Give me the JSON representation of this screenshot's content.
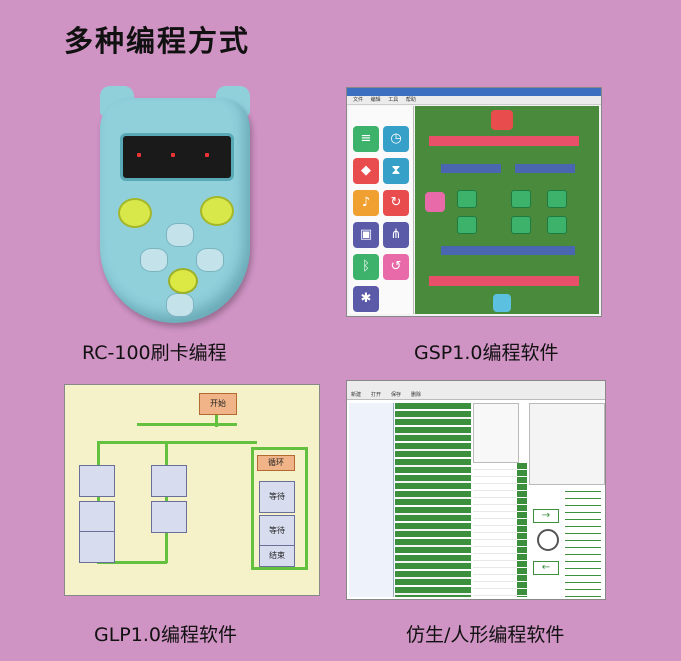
{
  "page": {
    "title": "多种编程方式"
  },
  "captions": {
    "rc100": "RC-100刷卡编程",
    "gsp": "GSP1.0编程软件",
    "glp": "GLP1.0编程软件",
    "humanoid": "仿生/人形编程软件"
  },
  "gsp_window": {
    "menu": [
      "文件",
      "编辑",
      "工具",
      "帮助"
    ]
  },
  "glp_window": {
    "nodes": [
      "开始",
      "循环",
      "等待",
      "等待",
      "结束"
    ]
  },
  "humanoid_window": {
    "toolbar": [
      "新建",
      "打开",
      "保存",
      "删除"
    ]
  },
  "colors": {
    "background": "#cf93c4",
    "device_body": "#8fd0db",
    "device_button": "#d8e84a",
    "gsp_canvas": "#4a8a3c",
    "gsp_bar": "#e8506a",
    "glp_canvas": "#f5f1c8",
    "glp_line": "#64c140",
    "humanoid_green": "#3c8f3c"
  }
}
